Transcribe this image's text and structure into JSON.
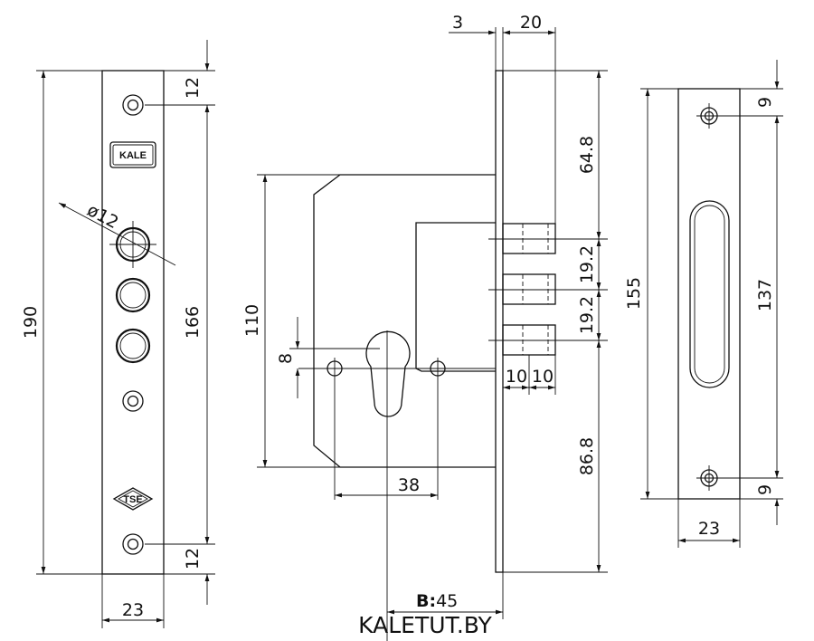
{
  "front_plate": {
    "brand_logo": "KALE",
    "cert_mark": "TSE",
    "dim_height_total": "190",
    "dim_height_inner": "166",
    "dim_top_offset": "12",
    "dim_bottom_offset": "12",
    "dim_width": "23",
    "dim_hole_diameter": "ø12"
  },
  "lock_body": {
    "dim_plate_thickness": "3",
    "dim_bolt_projection": "20",
    "dim_body_height": "110",
    "dim_top_to_bolt": "64.8",
    "dim_bolt_pitch_1": "19.2",
    "dim_bolt_pitch_2": "19.2",
    "dim_bottom_to_bolt": "86.8",
    "dim_bolt_width_1": "10",
    "dim_bolt_width_2": "10",
    "dim_cylinder_offset": "8",
    "dim_center_distance": "38",
    "backset_label": "B:",
    "backset_value": "45"
  },
  "strike_plate": {
    "dim_height": "155",
    "dim_slot_spacing": "137",
    "dim_top_offset": "9",
    "dim_bottom_offset": "9",
    "dim_width": "23"
  },
  "watermark": "KALETUT.BY"
}
